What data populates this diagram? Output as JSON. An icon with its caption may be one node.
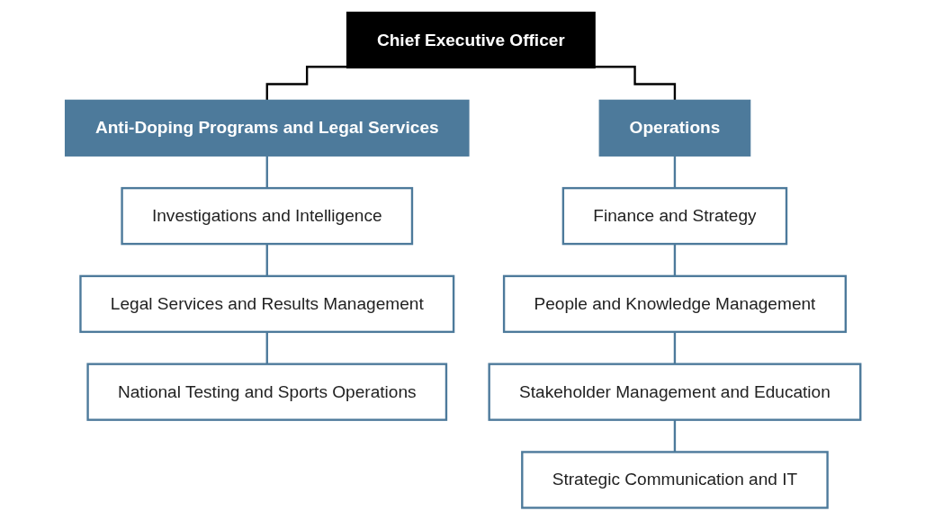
{
  "diagram": {
    "nodes": [
      {
        "text": [
          "Chief Executive Officer"
        ]
      },
      {
        "text": [
          "Anti-Doping Programs and Legal Services"
        ]
      },
      {
        "text": [
          "Operations"
        ]
      },
      {
        "text": [
          "Investigations and Intelligence"
        ]
      },
      {
        "text": [
          "Legal Services and Results Management"
        ]
      },
      {
        "text": [
          "National Testing and Sports Operations"
        ]
      },
      {
        "text": [
          "Finance and Strategy"
        ]
      },
      {
        "text": [
          "People and Knowledge Management"
        ]
      },
      {
        "text": [
          "Stakeholder Management and Education"
        ]
      },
      {
        "text": [
          "Strategic Communication and IT"
        ]
      }
    ],
    "edges": [
      {
        "from": 0,
        "to": 1,
        "arrow": "none",
        "color": "#000000"
      },
      {
        "from": 0,
        "to": 2,
        "arrow": "none",
        "color": "#000000"
      },
      {
        "from": 1,
        "to": 3,
        "arrow": "none"
      },
      {
        "from": 3,
        "to": 4,
        "arrow": "none"
      },
      {
        "from": 4,
        "to": 5,
        "arrow": "none"
      },
      {
        "from": 2,
        "to": 6,
        "arrow": "none"
      },
      {
        "from": 6,
        "to": 7,
        "arrow": "none"
      },
      {
        "from": 7,
        "to": 8,
        "arrow": "none"
      },
      {
        "from": 8,
        "to": 9,
        "arrow": "none"
      }
    ]
  }
}
